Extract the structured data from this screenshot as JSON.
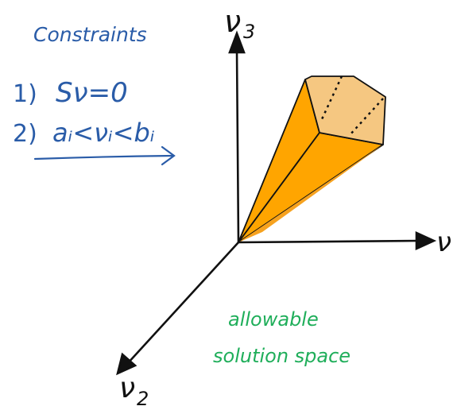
{
  "constraints": {
    "heading": "Constraints",
    "line1_prefix": "1)",
    "line1_math": "Sν=0",
    "line2_prefix": "2)",
    "line2_math": "aᵢ<νᵢ<bᵢ"
  },
  "axes": {
    "v3_symbol": "ν",
    "v3_sub": "3",
    "v1_symbol": "ν",
    "v2_symbol": "ν",
    "v2_sub": "2"
  },
  "caption": {
    "line1": "allowable",
    "line2": "solution space"
  },
  "colors": {
    "ink_black": "#111111",
    "ink_blue": "#2a5ca8",
    "ink_green": "#1fae5a",
    "cone_orange": "#ffa500",
    "cone_cap": "#f5c781"
  }
}
